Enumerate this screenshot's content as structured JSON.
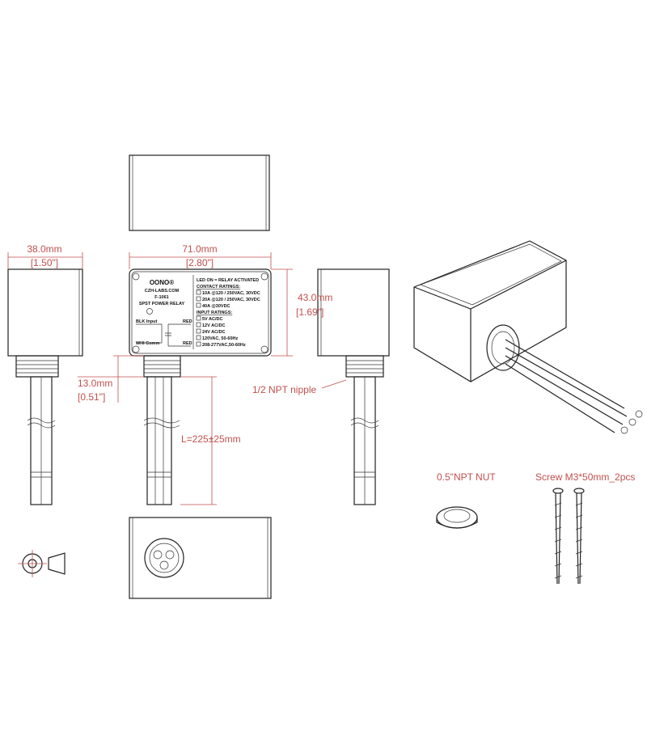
{
  "dimensions": {
    "width_mm": "71.0mm",
    "width_in": "[2.80\"]",
    "depth_mm": "38.0mm",
    "depth_in": "[1.50\"]",
    "height_mm": "43.0mm",
    "height_in": "[1.69\"]",
    "nipple_mm": "13.0mm",
    "nipple_in": "[0.51\"]",
    "lead_length": "L=225±25mm"
  },
  "callouts": {
    "nipple": "1/2 NPT nipple",
    "nut": "0.5\"NPT NUT",
    "screw": "Screw M3*50mm_2pcs"
  },
  "label": {
    "brand": "OONO®",
    "site": "CZH-LABS.COM",
    "model": "F-1061",
    "product": "SPST POWER RELAY",
    "blk": "BLK Input",
    "whi": "WHI Comm",
    "red1": "RED",
    "red2": "RED",
    "led": "LED ON = RELAY ACTIVATED",
    "contact_title": "CONTACT RATINGS:",
    "contact": [
      "10A @120 / 250VAC, 30VDC",
      "20A @120 / 250VAC, 30VDC",
      "40A @30VDC"
    ],
    "input_title": "INPUT RATINGS:",
    "input": [
      "5V AC/DC",
      "12V AC/DC",
      "24V AC/DC",
      "120VAC, 50-60Hz",
      "208-277VAC,50-60Hz"
    ]
  },
  "colors": {
    "dimension": "#c0504d",
    "line": "#222222"
  }
}
